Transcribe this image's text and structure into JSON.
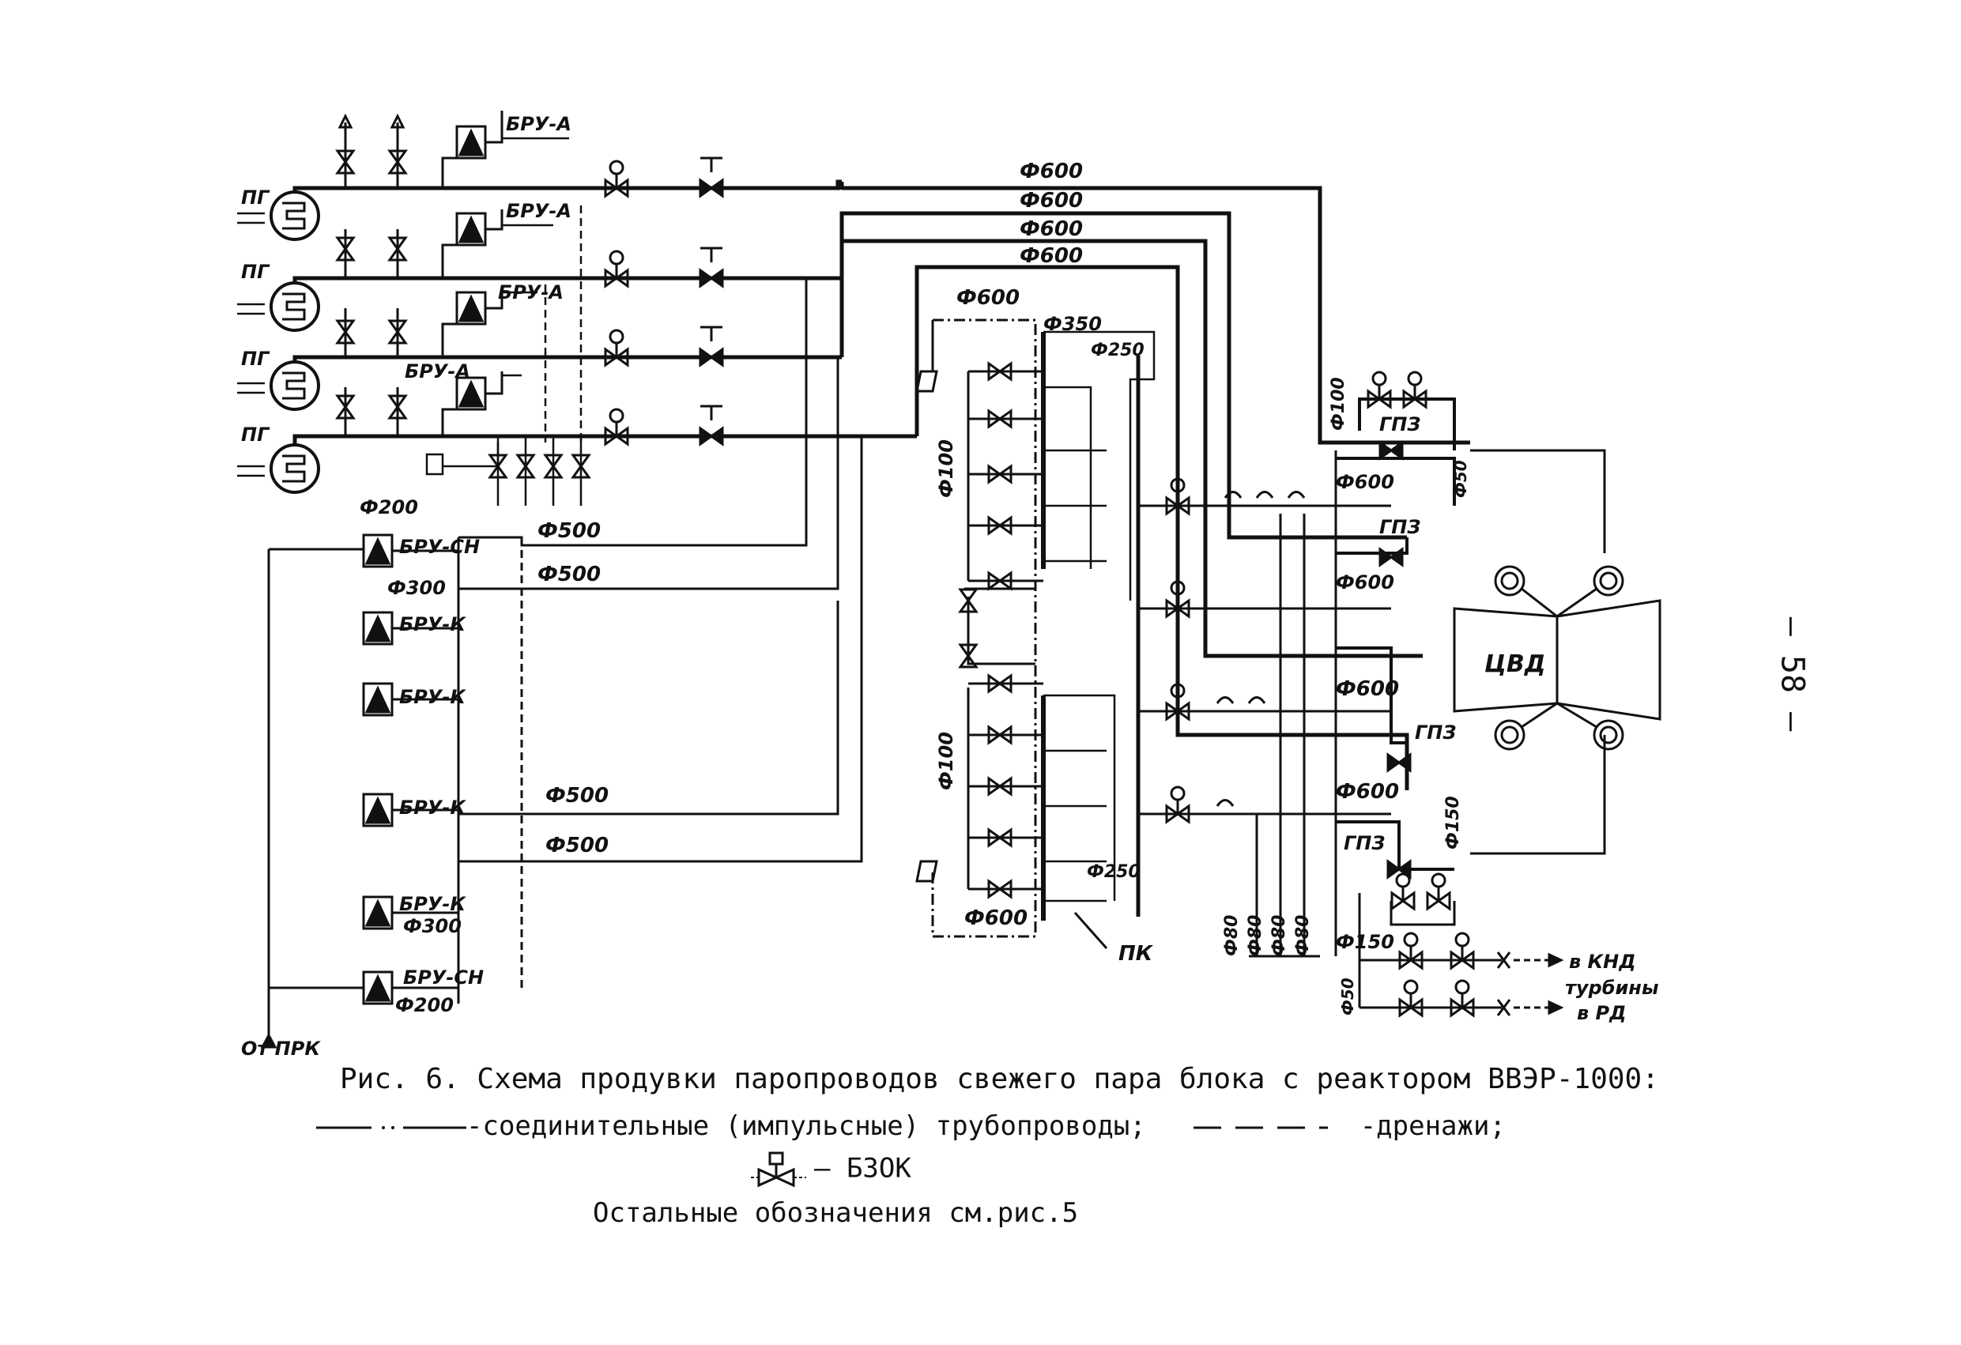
{
  "steam_generators": [
    "ПГ",
    "ПГ",
    "ПГ",
    "ПГ"
  ],
  "bru_a": [
    "БРУ-А",
    "БРУ-А",
    "БРУ-А",
    "БРУ-А"
  ],
  "bru_sn": "БРУ-СН",
  "bru_k": "БРУ-К",
  "bru_sn_bottom": "БРУ-СН",
  "turbine": "ЦВД",
  "gpz": "ГПЗ",
  "pk": "ПК",
  "from_prk": "От ПРК",
  "to_knd_1": "в КНД",
  "to_knd_2": "турбины",
  "to_rd": "в РД",
  "dia": {
    "d600": "Ф600",
    "d500": "Ф500",
    "d350": "Ф350",
    "d300": "Ф300",
    "d250": "Ф250",
    "d200": "Ф200",
    "d150": "Ф150",
    "d100": "Ф100",
    "d80": "Ф80",
    "d50": "Ф50"
  },
  "caption": "Рис. 6. Схема продувки паропроводов свежего пара блока с реактором ВВЭР-1000:",
  "legend_impulse": "-соединительные (импульсные) трубопроводы;",
  "legend_drain": "-дренажи;",
  "legend_bzok": "– БЗОК",
  "others_note": "Остальные обозначения см.рис.5",
  "page_number": "– 58 –"
}
